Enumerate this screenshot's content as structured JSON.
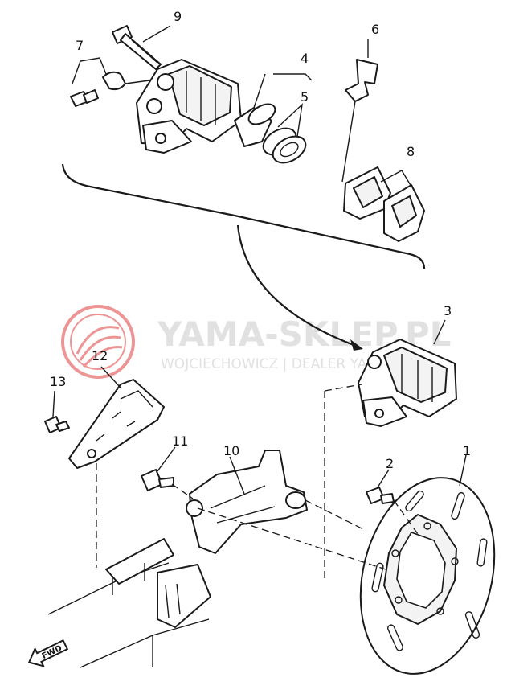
{
  "watermark": {
    "brand": "YAMA-SKLEP.PL",
    "subtitle": "WOJCIECHOWICZ | DEALER YAMAHA",
    "logo_color": "#e04040",
    "text_color": "#c9c9c9"
  },
  "callouts": [
    {
      "id": "1",
      "label": "1"
    },
    {
      "id": "2",
      "label": "2"
    },
    {
      "id": "3",
      "label": "3"
    },
    {
      "id": "4",
      "label": "4"
    },
    {
      "id": "5",
      "label": "5"
    },
    {
      "id": "6",
      "label": "6"
    },
    {
      "id": "7",
      "label": "7"
    },
    {
      "id": "8",
      "label": "8"
    },
    {
      "id": "9",
      "label": "9"
    },
    {
      "id": "10",
      "label": "10"
    },
    {
      "id": "11",
      "label": "11"
    },
    {
      "id": "12",
      "label": "12"
    },
    {
      "id": "13",
      "label": "13"
    }
  ],
  "direction_arrow": {
    "label": "FWD",
    "icon": "forward-arrow-icon"
  },
  "line_color": "#1a1a1a"
}
